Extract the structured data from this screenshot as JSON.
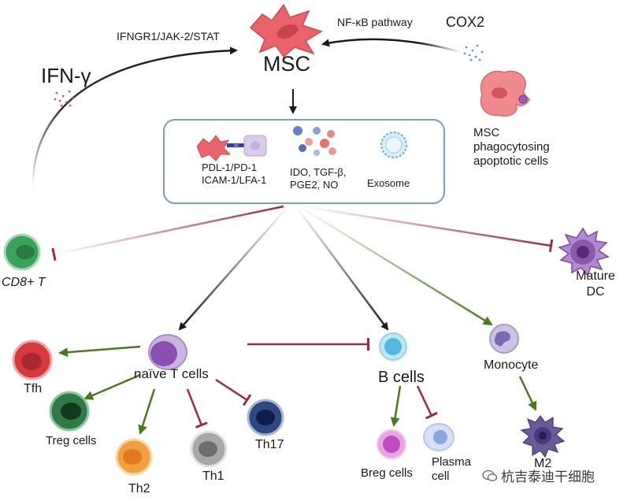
{
  "labels": {
    "msc": "MSC",
    "nfkb": "NF-κB pathway",
    "cox2": "COX2",
    "ifngr": "IFNGR1/JAK-2/STAT",
    "ifn_gamma": "IFN-γ",
    "msc_phago": [
      "MSC",
      "phagocytosing",
      "apoptotic cells"
    ],
    "pdl1": [
      "PDL-1/PD-1",
      "ICAM-1/LFA-1"
    ],
    "ido": [
      "IDO, TGF-β,",
      "PGE2, NO"
    ],
    "exosome": "Exosome",
    "cd8": "CD8+  T",
    "mature_dc": [
      "Mature",
      "DC"
    ],
    "naive_t": "naïve T cells",
    "b_cells": "B cells",
    "monocyte": "Monocyte",
    "tfh": "Tfh",
    "treg": "Treg cells",
    "th2": "Th2",
    "th1": "Th1",
    "th17": "Th17",
    "breg": "Breg cells",
    "plasma": [
      "Plasma",
      "cell"
    ],
    "m2": "M2"
  },
  "watermark": "杭吉泰迪干细胞",
  "colors": {
    "activate": "#4a7a1f",
    "inhibit": "#9c2a45",
    "black": "#1a1a1a",
    "msc": "#e8636b",
    "tfh": "#d63a3f",
    "treg": "#2f7a45",
    "th2": "#f0a040",
    "th1": "#a8a8a8",
    "th17": "#2c4a80",
    "naive_t": "#8a50b0",
    "b_cell": "#55b8e0",
    "breg": "#c04ac0",
    "plasma": "#8aa6dd",
    "monocyte": "#9d8acb",
    "m2": "#5a4a8a",
    "dc": "#8a5aa6",
    "cd8": "#3aa35a",
    "box_border": "#7a9ec8"
  }
}
